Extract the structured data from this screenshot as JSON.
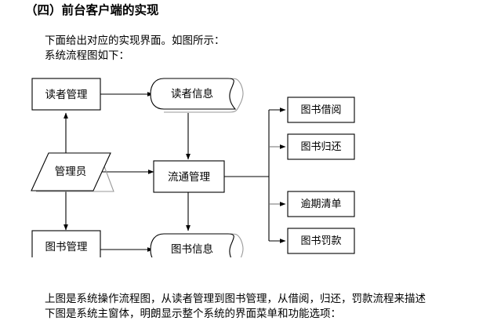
{
  "document": {
    "heading": "（四）前台客户端的实现",
    "intro_lines": [
      "下面给出对应的实现界面。如图所示：",
      "系统流程图如下："
    ],
    "outro_lines": [
      "上图是系统操作流程图，从读者管理到图书管理，从借阅，归还，罚款流程来描述",
      "下图是系统主窗体，明朗显示整个系统的界面菜单和功能选项："
    ]
  },
  "flowchart": {
    "type": "diagram",
    "title": "系统流程图",
    "stroke_color": "#000000",
    "fill_color": "#ffffff",
    "shadow_color": "#9a9a9a",
    "nodes": [
      {
        "id": "reader_mgmt",
        "label": "读者管理",
        "shape": "rectangle"
      },
      {
        "id": "reader_info",
        "label": "读者信息",
        "shape": "data-store"
      },
      {
        "id": "admin",
        "label": "管理员",
        "shape": "parallelogram"
      },
      {
        "id": "circulation_mgmt",
        "label": "流通管理",
        "shape": "rectangle"
      },
      {
        "id": "book_mgmt",
        "label": "图书管理",
        "shape": "rectangle"
      },
      {
        "id": "book_info",
        "label": "图书信息",
        "shape": "data-store"
      },
      {
        "id": "book_borrow",
        "label": "图书借阅",
        "shape": "rectangle"
      },
      {
        "id": "book_return",
        "label": "图书归还",
        "shape": "rectangle"
      },
      {
        "id": "overdue_list",
        "label": "逾期清单",
        "shape": "rectangle"
      },
      {
        "id": "book_fine",
        "label": "图书罚款",
        "shape": "rectangle"
      }
    ],
    "edges": [
      {
        "from": "reader_mgmt",
        "to": "reader_info"
      },
      {
        "from": "admin",
        "to": "reader_mgmt"
      },
      {
        "from": "admin",
        "to": "circulation_mgmt"
      },
      {
        "from": "admin",
        "to": "book_mgmt"
      },
      {
        "from": "reader_info",
        "to": "circulation_mgmt"
      },
      {
        "from": "circulation_mgmt",
        "to": "book_info"
      },
      {
        "from": "book_mgmt",
        "to": "book_info"
      },
      {
        "from": "circulation_mgmt",
        "to": "book_borrow"
      },
      {
        "from": "circulation_mgmt",
        "to": "book_return"
      },
      {
        "from": "circulation_mgmt",
        "to": "overdue_list"
      },
      {
        "from": "circulation_mgmt",
        "to": "book_fine"
      }
    ]
  }
}
